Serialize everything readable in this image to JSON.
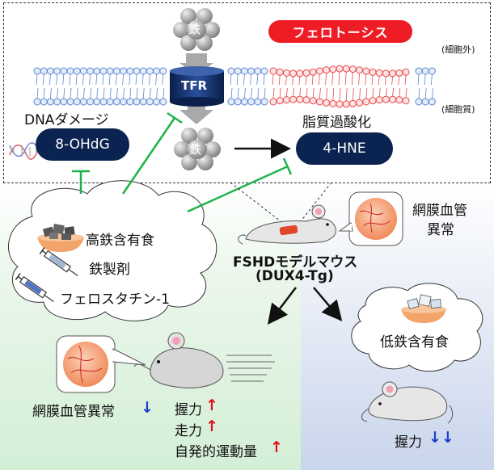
{
  "top": {
    "iron_top": "鉄",
    "iron_mid": "鉄",
    "tfr": "TFR",
    "ferroptosis": "フェロトーシス",
    "outside_cell": "(細胞外)",
    "cytoplasm": "(細胞質)",
    "dna_damage": "DNAダメージ",
    "ohdg": "8-OHdG",
    "lipid_peroxidation": "脂質過酸化",
    "hne": "4-HNE"
  },
  "treatment": {
    "high_iron_diet": "高鉄含有食",
    "iron_agent": "鉄製剤",
    "ferrostatin": "フェロスタチン-1"
  },
  "model": {
    "line1": "FSHDモデルマウス",
    "line2": "(DUX4-Tg)",
    "retinal_vessel": "網膜血管",
    "abnormal": "異常"
  },
  "right": {
    "low_iron_diet": "低鉄含有食",
    "grip": "握力",
    "grip_arrows": "↓↓"
  },
  "left_result": {
    "retinal_abnormal": "網膜血管異常",
    "retinal_arrow": "↓",
    "grip": "握力",
    "running": "走力",
    "activity": "自発的運動量",
    "up_arrow": "↑"
  },
  "colors": {
    "navy": "#0b2350",
    "red_pill": "#ee1c25",
    "green_inhibit": "#1db34a",
    "lipid_red": "#e74a4a",
    "lipid_blue": "#5b85d0",
    "up_red": "#e0101a",
    "down_blue": "#1a3fcc"
  }
}
